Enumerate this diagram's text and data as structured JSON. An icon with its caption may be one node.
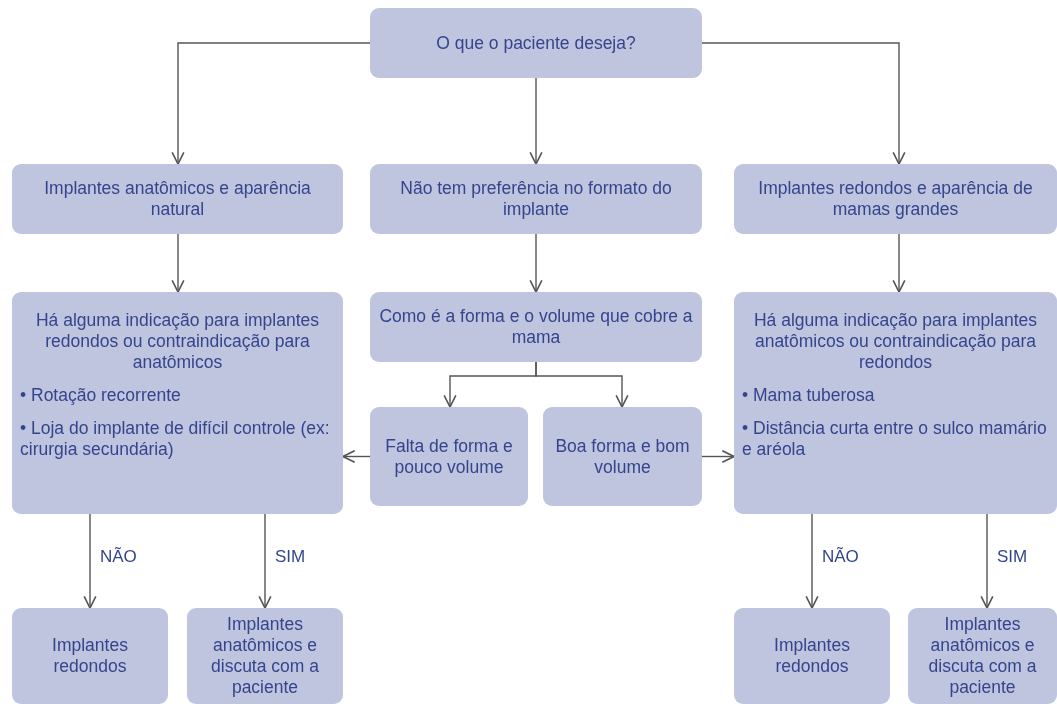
{
  "diagram": {
    "nodes": [
      {
        "text": [
          "O que o paciente deseja?"
        ]
      },
      {
        "text": [
          "Implantes anatômicos e aparência natural"
        ]
      },
      {
        "text": [
          "Não tem preferência no formato do implante"
        ]
      },
      {
        "text": [
          "Implantes redondos e aparência de mamas grandes"
        ]
      },
      {
        "text": [
          "Há alguma indicação para implantes redondos ou contraindicação para anatômicos",
          "• Rotação recorrente",
          "• Loja do implante de difícil controle (ex: cirurgia secundária)"
        ]
      },
      {
        "text": [
          "Como é a forma e o volume que cobre a mama"
        ]
      },
      {
        "text": [
          "Falta de forma e pouco volume"
        ]
      },
      {
        "text": [
          "Boa forma e bom volume"
        ]
      },
      {
        "text": [
          "Há alguma indicação para implantes anatômicos ou contraindicação para redondos",
          "• Mama tuberosa",
          "• Distância curta entre o sulco mamário e aréola"
        ]
      },
      {
        "text": [
          "Implantes redondos"
        ]
      },
      {
        "text": [
          "Implantes anatômicos e discuta com a paciente"
        ]
      },
      {
        "text": [
          "Implantes redondos"
        ]
      },
      {
        "text": [
          "Implantes anatômicos e discuta com a paciente"
        ]
      }
    ],
    "edges": [
      {
        "from": 0,
        "to": 1,
        "arrow": "to"
      },
      {
        "from": 0,
        "to": 2,
        "arrow": "to"
      },
      {
        "from": 0,
        "to": 3,
        "arrow": "to"
      },
      {
        "from": 1,
        "to": 4,
        "arrow": "to"
      },
      {
        "from": 2,
        "to": 5,
        "arrow": "to"
      },
      {
        "from": 3,
        "to": 8,
        "arrow": "to"
      },
      {
        "from": 5,
        "to": 6,
        "arrow": "to"
      },
      {
        "from": 5,
        "to": 7,
        "arrow": "to"
      },
      {
        "from": 6,
        "to": 4,
        "arrow": "to"
      },
      {
        "from": 7,
        "to": 8,
        "arrow": "to"
      },
      {
        "from": 4,
        "to": 9,
        "arrow": "to",
        "label": "NÃO"
      },
      {
        "from": 4,
        "to": 10,
        "arrow": "to",
        "label": "SIM"
      },
      {
        "from": 8,
        "to": 11,
        "arrow": "to",
        "label": "NÃO"
      },
      {
        "from": 8,
        "to": 12,
        "arrow": "to",
        "label": "SIM"
      }
    ]
  }
}
